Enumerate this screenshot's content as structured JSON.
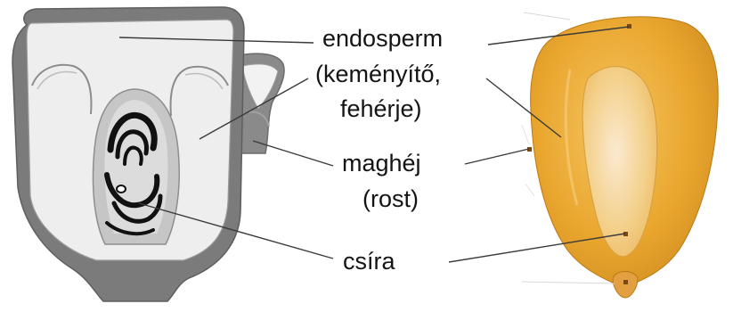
{
  "labels": {
    "endosperm": "endosperm",
    "endosperm_detail_1": "(keményítő,",
    "endosperm_detail_2": "fehérje)",
    "seed_coat": "maghéj",
    "seed_coat_detail": "(rost)",
    "germ": "csíra"
  },
  "colors": {
    "outer_shell": "#7a7a7a",
    "endosperm_fill": "#efefef",
    "germ_fill": "#c9c9c9",
    "germ_rings": "#111111",
    "kernel_gold": "#e9a62e",
    "kernel_highlight": "#f8e2b6",
    "leader_line": "#3a3a3a"
  }
}
